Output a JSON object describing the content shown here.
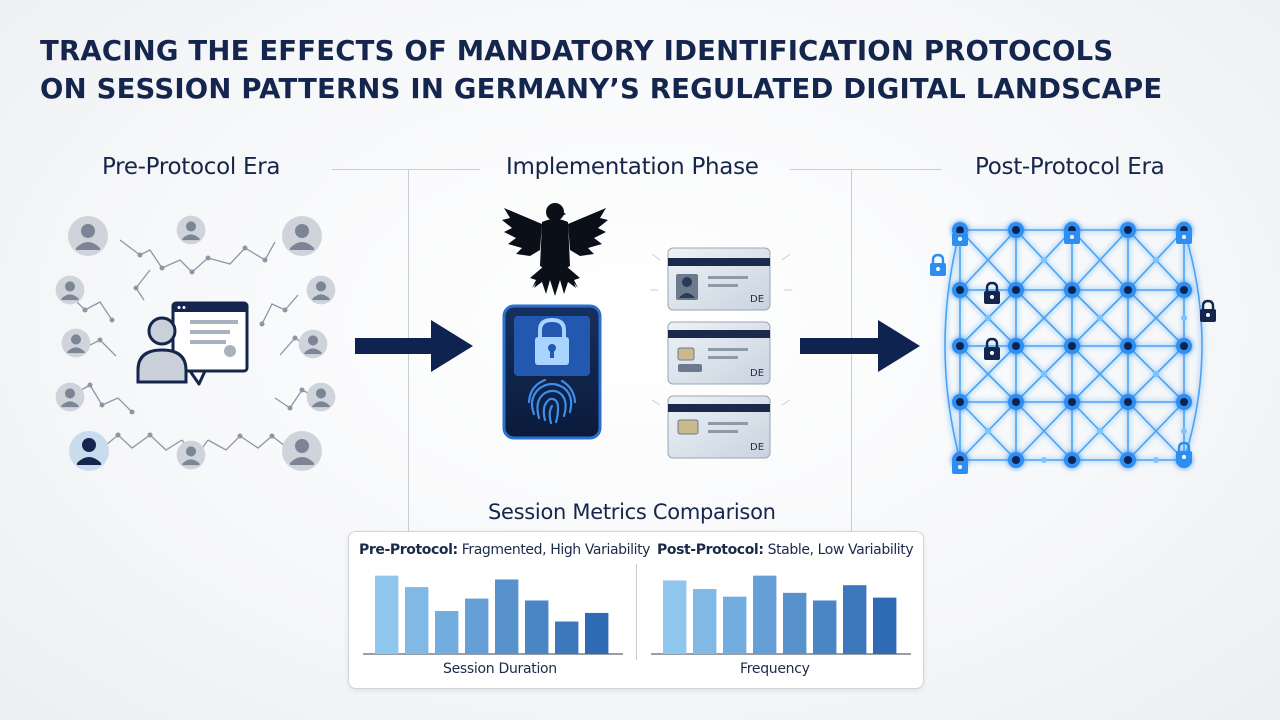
{
  "title": {
    "line1": "TRACING THE EFFECTS OF MANDATORY IDENTIFICATION PROTOCOLS",
    "line2": "ON SESSION PATTERNS IN GERMANY’S REGULATED DIGITAL LANDSCAPE"
  },
  "sections": {
    "pre": "Pre-Protocol Era",
    "implementation": "Implementation Phase",
    "post": "Post-Protocol Era"
  },
  "icons": {
    "pre": [
      "user-avatar-icon",
      "profile-window-icon",
      "network-node-icon"
    ],
    "implementation": [
      "federal-eagle-icon",
      "lock-icon",
      "fingerprint-icon",
      "id-card-icon"
    ],
    "post": [
      "padlock-icon",
      "network-node-icon"
    ]
  },
  "id_card_label": "DE",
  "colors": {
    "navy": "#14264d",
    "arrow": "#0f2350",
    "bar_light": "#8ec6ee",
    "bar_dark": "#2f6bb5",
    "glow_blue": "#2e8df0"
  },
  "metrics": {
    "title": "Session Metrics Comparison",
    "pre": {
      "label": "Pre-Protocol:",
      "desc": " Fragmented, High Variability",
      "axis_label": "Session Duration"
    },
    "post": {
      "label": "Post-Protocol:",
      "desc": " Stable, Low Variability",
      "axis_label": "Frequency"
    }
  },
  "chart_data": [
    {
      "type": "bar",
      "xlabel": "Session Duration",
      "values": [
        82,
        70,
        45,
        58,
        78,
        56,
        34,
        43
      ],
      "ylim": [
        0,
        90
      ]
    },
    {
      "type": "bar",
      "xlabel": "Frequency",
      "values": [
        77,
        68,
        60,
        82,
        64,
        56,
        72,
        59
      ],
      "ylim": [
        0,
        90
      ]
    }
  ]
}
